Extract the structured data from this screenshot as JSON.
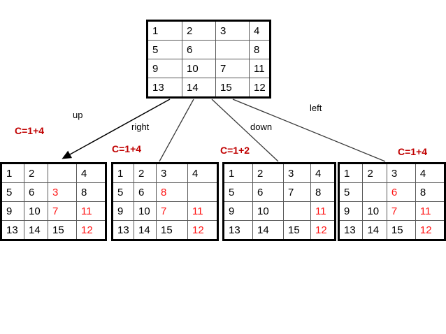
{
  "colors": {
    "highlight": "#ff1414",
    "cost": "#c00000",
    "line": "#3a3a3a",
    "border_inner": "#595959"
  },
  "root_table": {
    "rows": [
      [
        "1",
        "2",
        "3",
        "4"
      ],
      [
        "5",
        "6",
        "",
        "8"
      ],
      [
        "9",
        "10",
        "7",
        "11"
      ],
      [
        "13",
        "14",
        "15",
        "12"
      ]
    ]
  },
  "moves": [
    {
      "label": "up",
      "cost": "C=1+4",
      "rows": [
        [
          "1",
          "2",
          "",
          "4"
        ],
        [
          "5",
          "6",
          "3",
          "8"
        ],
        [
          "9",
          "10",
          "7",
          "11"
        ],
        [
          "13",
          "14",
          "15",
          "12"
        ]
      ],
      "red_cells": [
        [
          1,
          2
        ],
        [
          2,
          2
        ],
        [
          2,
          3
        ],
        [
          3,
          3
        ]
      ]
    },
    {
      "label": "right",
      "cost": "C=1+4",
      "rows": [
        [
          "1",
          "2",
          "3",
          "4"
        ],
        [
          "5",
          "6",
          "8",
          ""
        ],
        [
          "9",
          "10",
          "7",
          "11"
        ],
        [
          "13",
          "14",
          "15",
          "12"
        ]
      ],
      "red_cells": [
        [
          1,
          2
        ],
        [
          2,
          2
        ],
        [
          2,
          3
        ],
        [
          3,
          3
        ]
      ]
    },
    {
      "label": "down",
      "cost": "C=1+2",
      "rows": [
        [
          "1",
          "2",
          "3",
          "4"
        ],
        [
          "5",
          "6",
          "7",
          "8"
        ],
        [
          "9",
          "10",
          "",
          "11"
        ],
        [
          "13",
          "14",
          "15",
          "12"
        ]
      ],
      "red_cells": [
        [
          2,
          3
        ],
        [
          3,
          3
        ]
      ]
    },
    {
      "label": "left",
      "cost": "C=1+4",
      "rows": [
        [
          "1",
          "2",
          "3",
          "4"
        ],
        [
          "5",
          "",
          "6",
          "8"
        ],
        [
          "9",
          "10",
          "7",
          "11"
        ],
        [
          "13",
          "14",
          "15",
          "12"
        ]
      ],
      "red_cells": [
        [
          1,
          2
        ],
        [
          2,
          2
        ],
        [
          2,
          3
        ],
        [
          3,
          3
        ]
      ]
    }
  ]
}
